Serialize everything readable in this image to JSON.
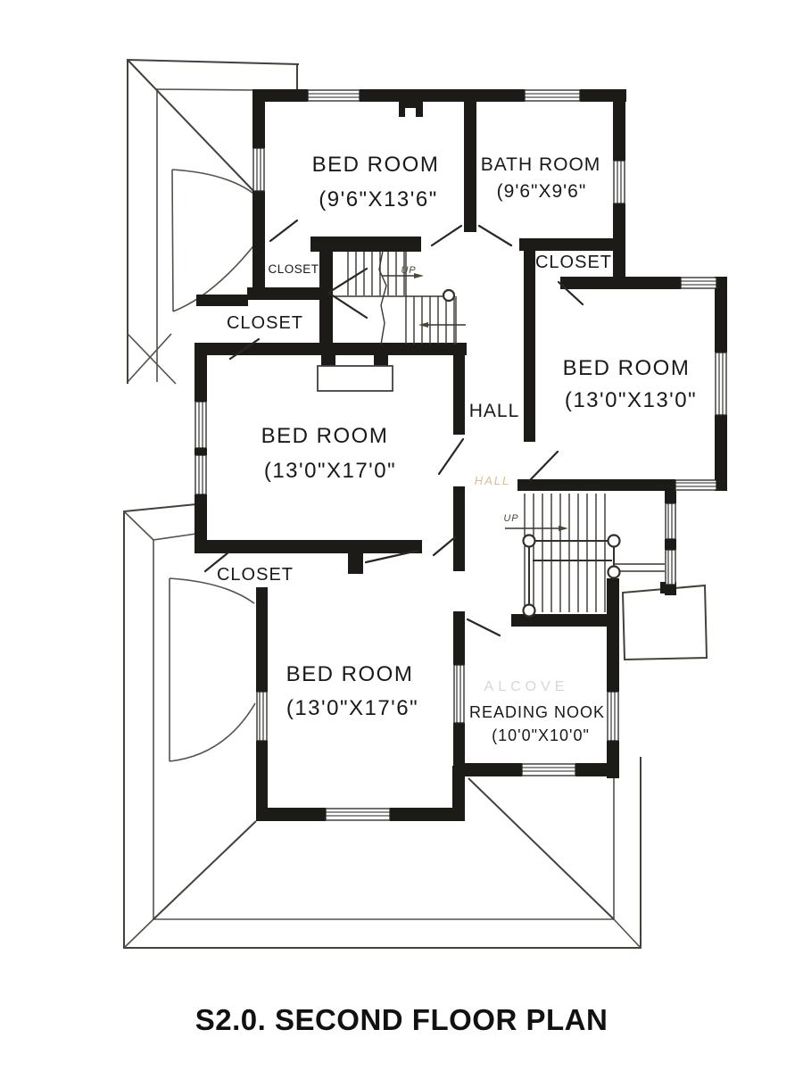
{
  "title": "S2.0. SECOND FLOOR PLAN",
  "rooms": {
    "bedroom_top": {
      "name": "BED ROOM",
      "dims": "(9'6\"X13'6\""
    },
    "bathroom": {
      "name": "BATH ROOM",
      "dims": "(9'6\"X9'6\""
    },
    "bedroom_right": {
      "name": "BED ROOM",
      "dims": "(13'0\"X13'0\""
    },
    "bedroom_center": {
      "name": "BED ROOM",
      "dims": "(13'0\"X17'0\""
    },
    "bedroom_bottom": {
      "name": "BED ROOM",
      "dims": "(13'0\"X17'6\""
    },
    "reading_nook": {
      "name": "READING NOOK",
      "dims": "(10'0\"X10'0\""
    },
    "hall": {
      "name": "HALL"
    }
  },
  "closets": {
    "bedroom_top_closet": "CLOSET",
    "upper_left_closet": "CLOSET",
    "right_closet": "CLOSET",
    "bottom_closet": "CLOSET"
  },
  "stairs": {
    "up_upper": "UP",
    "up_lower": "UP"
  },
  "faint_annotations": {
    "hall": "HALL",
    "alcove": "ALCOVE"
  },
  "colors": {
    "wall": "#1d1b18",
    "roof_line": "#46403a",
    "text": "#191919",
    "faint_tan": "#d9bf8e",
    "faint_gray": "#dbd7d0"
  }
}
